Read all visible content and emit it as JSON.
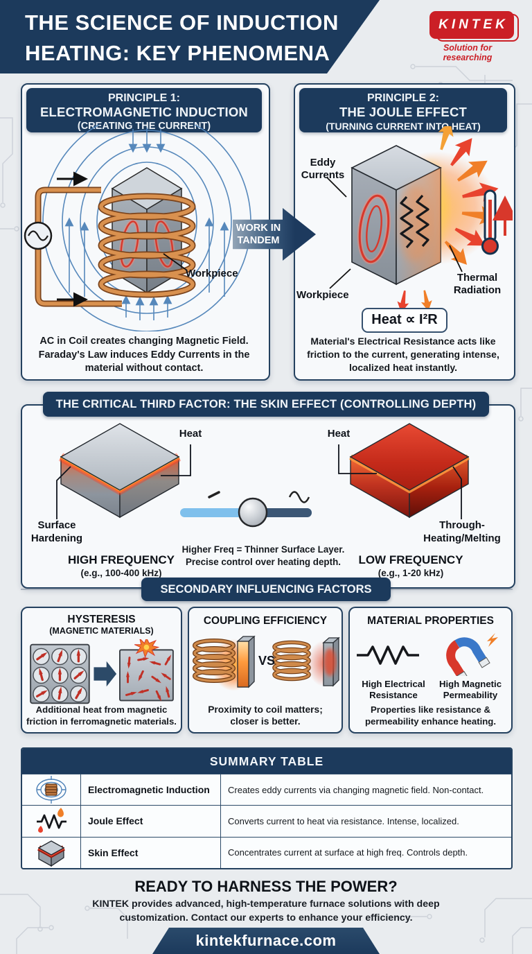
{
  "colors": {
    "navy": "#1c3a5c",
    "page_background": "#e9ecef",
    "kintek_red": "#cb1f26",
    "copper": "#d9914f",
    "field_blue": "#4e82b8",
    "hot_red": "#d8382b",
    "hot_orange": "#f07f28"
  },
  "icons": {
    "logo": "kintek-logo",
    "ac_source": "ac-sine-source-icon",
    "coil": "induction-coil-icon",
    "thermometer": "thermometer-icon",
    "resistor": "resistor-zigzag-icon",
    "magnet": "horseshoe-magnet-icon",
    "slider": "frequency-slider",
    "flame": "flame-icon",
    "cube": "workpiece-cube-icon"
  },
  "header": {
    "title_line1": "THE SCIENCE OF INDUCTION",
    "title_line2": "HEATING: KEY PHENOMENA",
    "logo_text": "KINTEK",
    "logo_tagline": "Solution for researching"
  },
  "p1": {
    "title_line1": "PRINCIPLE 1:",
    "title_line2": "ELECTROMAGNETIC INDUCTION",
    "title_line3": "(CREATING THE CURRENT)",
    "workpiece_label": "Workpiece",
    "caption": "AC in Coil creates changing Magnetic Field. Faraday's Law induces Eddy Currents in the material without contact."
  },
  "tandem": {
    "line1": "WORK IN",
    "line2": "TANDEM"
  },
  "p2": {
    "title_line1": "PRINCIPLE 2:",
    "title_line2": "THE JOULE EFFECT",
    "title_line3": "(TURNING CURRENT INTO HEAT)",
    "eddy_label": "Eddy Currents",
    "workpiece_label": "Workpiece",
    "thermal_label": "Thermal Radiation",
    "formula": "Heat ∝ I²R",
    "caption": "Material's Electrical Resistance acts like friction to the current, generating intense, localized heat instantly."
  },
  "skin": {
    "title": "THE CRITICAL THIRD FACTOR: THE SKIN EFFECT (CONTROLLING DEPTH)",
    "left": {
      "heat_label": "Heat",
      "side_label": "Surface Hardening",
      "freq_title": "HIGH FREQUENCY",
      "freq_range": "(e.g., 100-400 kHz)"
    },
    "middle": {
      "caption_line1": "Higher Freq = Thinner Surface Layer.",
      "caption_line2": "Precise control over heating depth."
    },
    "right": {
      "heat_label": "Heat",
      "side_label": "Through-Heating/Melting",
      "freq_title": "LOW FREQUENCY",
      "freq_range": "(e.g., 1-20 kHz)"
    }
  },
  "secondary": {
    "title": "SECONDARY INFLUENCING FACTORS",
    "hysteresis": {
      "title_line1": "HYSTERESIS",
      "title_line2": "(MAGNETIC MATERIALS)",
      "caption": "Additional heat from magnetic friction in ferromagnetic materials."
    },
    "coupling": {
      "title": "COUPLING EFFICIENCY",
      "vs": "VS",
      "caption": "Proximity to coil matters; closer is better."
    },
    "material": {
      "title": "MATERIAL PROPERTIES",
      "label1": "High Electrical Resistance",
      "label2": "High Magnetic Permeability",
      "caption": "Properties like resistance & permeability enhance heating."
    }
  },
  "table": {
    "title": "SUMMARY TABLE",
    "rows": [
      {
        "icon": "induction-coil-icon",
        "term": "Electromagnetic Induction",
        "description": "Creates eddy currents via changing magnetic field. Non-contact."
      },
      {
        "icon": "joule-resistor-flame-icon",
        "term": "Joule Effect",
        "description": "Converts current to heat via resistance. Intense, localized."
      },
      {
        "icon": "skin-cube-icon",
        "term": "Skin Effect",
        "description": "Concentrates current at surface at high freq. Controls depth."
      }
    ]
  },
  "footer": {
    "headline": "READY TO HARNESS THE POWER?",
    "body": "KINTEK provides advanced, high-temperature furnace solutions with deep customization. Contact our experts to enhance your efficiency.",
    "website": "kintekfurnace.com"
  }
}
